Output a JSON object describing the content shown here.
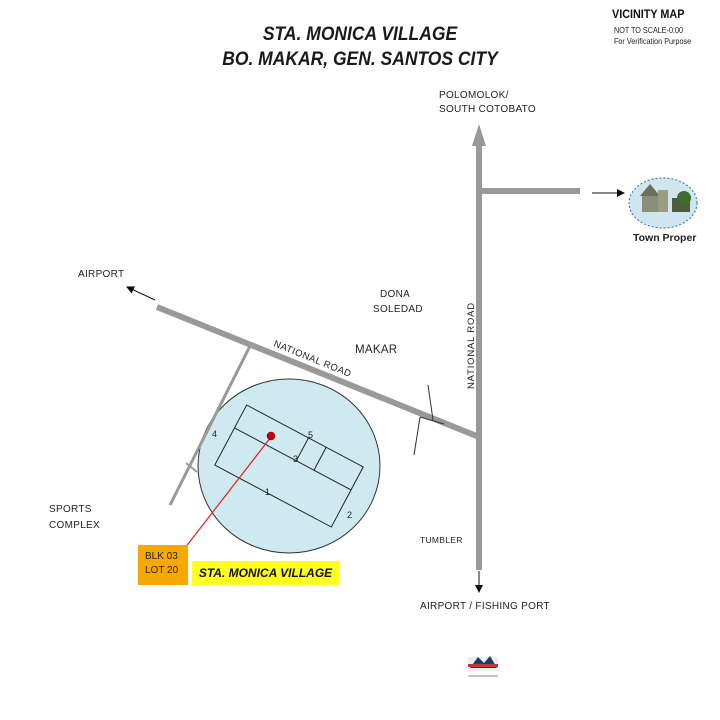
{
  "title": {
    "line1": "STA. MONICA VILLAGE",
    "line2": "BO. MAKAR, GEN. SANTOS CITY"
  },
  "vicinity": {
    "title": "VICINITY MAP",
    "scale": "NOT TO SCALE-0:00",
    "purpose": "For Verification Purpose"
  },
  "places": {
    "polomolok_1": "POLOMOLOK/",
    "polomolok_2": "SOUTH COTOBATO",
    "airport": "AIRPORT",
    "dona_1": "DONA",
    "dona_2": "SOLEDAD",
    "makar": "MAKAR",
    "sports_1": "SPORTS",
    "sports_2": "COMPLEX",
    "tumbler": "TUMBLER",
    "airport_fishing": "AIRPORT / FISHING PORT",
    "town_proper": "Town Proper"
  },
  "roads": {
    "national_road_diag": "NATIONAL ROAD",
    "national_road_vert": "NATIONAL ROAD"
  },
  "lots": {
    "lot1": "1",
    "lot2": "2",
    "lot3": "3",
    "lot4": "4",
    "lot5": "5"
  },
  "callout": {
    "blk": "BLK 03",
    "lot": "LOT 20",
    "village": "STA. MONICA VILLAGE"
  },
  "colors": {
    "road": "#999999",
    "circle_fill": "#cfe9f0",
    "marker": "#cc0000",
    "callout_line": "#e02020",
    "blk_box": "#f5a800",
    "village_box": "#ffff22"
  },
  "icons": {
    "town": "town-proper-icon",
    "logo": "logo-icon"
  }
}
